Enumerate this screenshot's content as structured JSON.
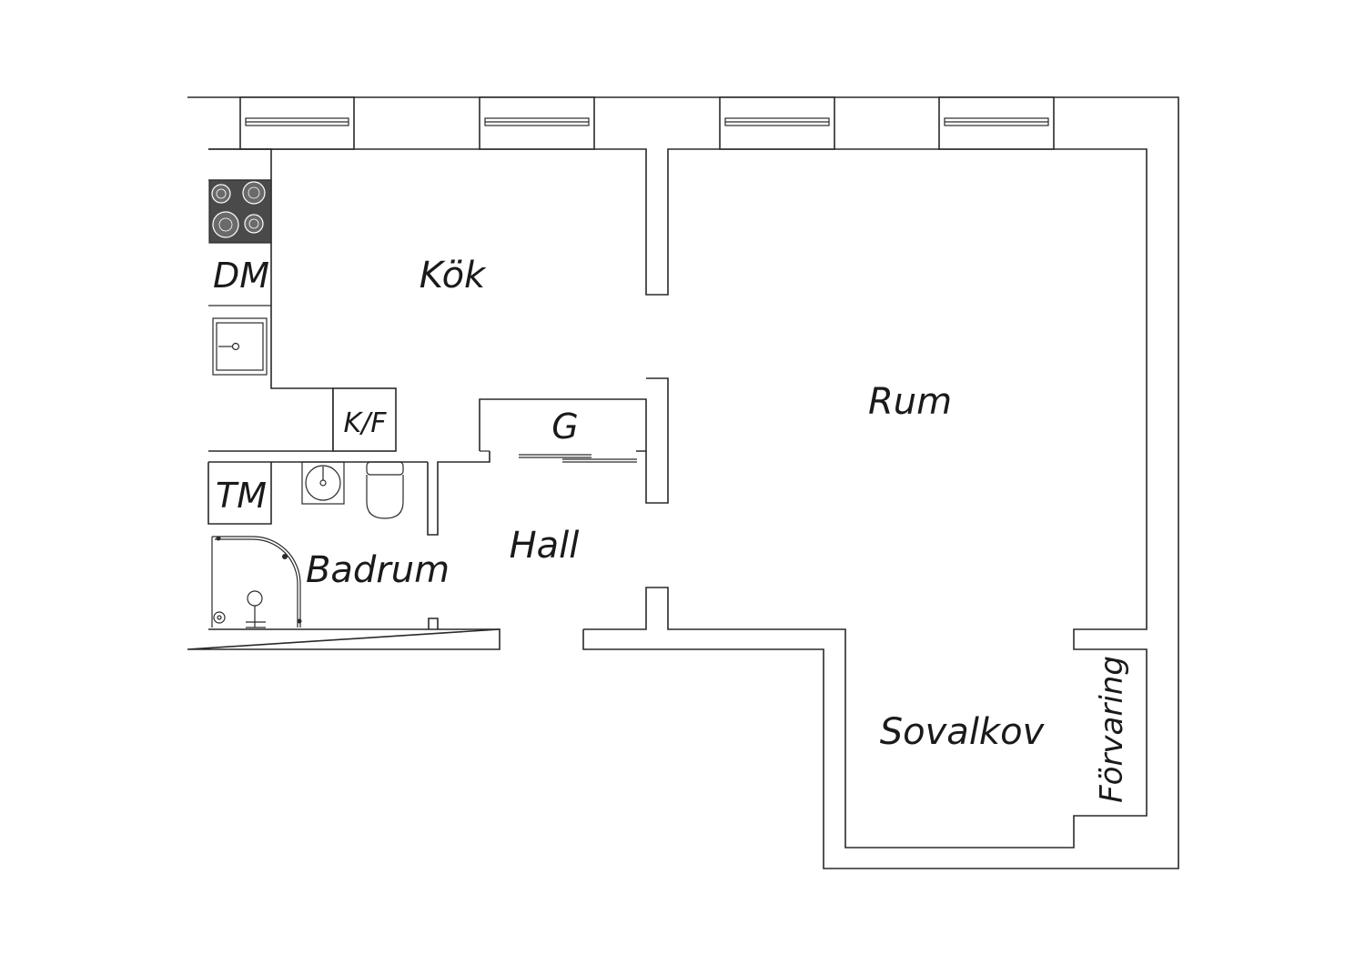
{
  "rooms": {
    "kitchen": "Kök",
    "living": "Rum",
    "hall": "Hall",
    "bathroom": "Badrum",
    "alcove": "Sovalkov",
    "storage": "Förvaring",
    "wardrobe": "G"
  },
  "fixtures": {
    "dishwasher": "DM",
    "fridge_freezer": "K/F",
    "washer": "TM"
  },
  "colors": {
    "line": "#2a2a2a",
    "stove": "#4a4a4a",
    "background": "#ffffff"
  }
}
